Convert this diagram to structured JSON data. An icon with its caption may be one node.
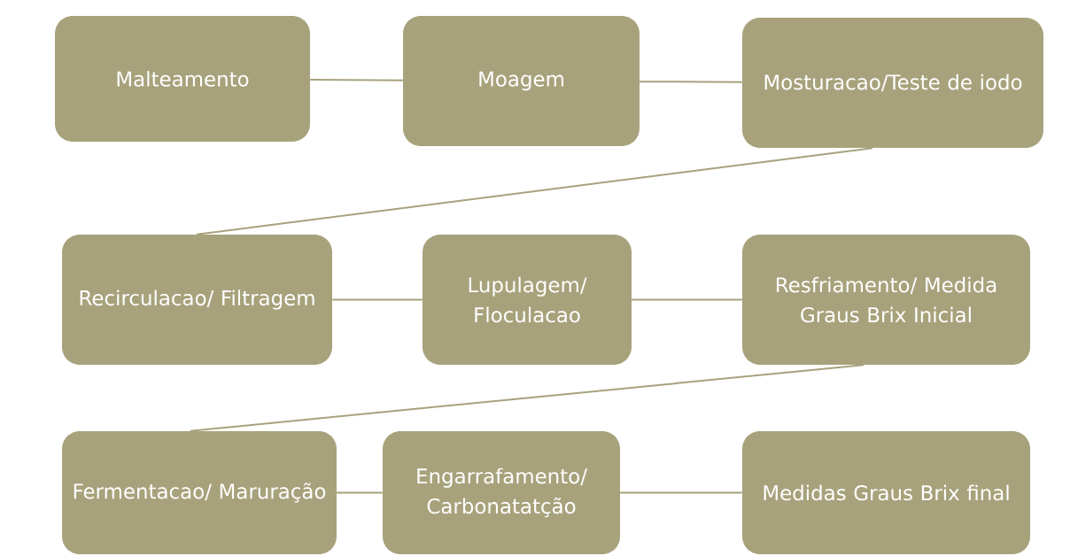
{
  "diagram": {
    "nodes": [
      {
        "text": [
          "Malteamento"
        ]
      },
      {
        "text": [
          "Moagem"
        ]
      },
      {
        "text": [
          "Mosturacao/Teste de iodo"
        ]
      },
      {
        "text": [
          "Recirculacao/ Filtragem"
        ]
      },
      {
        "text": [
          "Lupulagem/ Floculacao"
        ]
      },
      {
        "text": [
          "Resfriamento/ Medida Graus Brix Inicial"
        ]
      },
      {
        "text": [
          "Fermentacao/ Maruração"
        ]
      },
      {
        "text": [
          "Engarrafamento/ Carbonatatção"
        ]
      },
      {
        "text": [
          "Medidas Graus Brix final"
        ]
      }
    ],
    "edges": [
      {
        "from": 0,
        "to": 1,
        "arrow": "none"
      },
      {
        "from": 1,
        "to": 2,
        "arrow": "none"
      },
      {
        "from": 2,
        "to": 3,
        "arrow": "none"
      },
      {
        "from": 3,
        "to": 4,
        "arrow": "none"
      },
      {
        "from": 4,
        "to": 5,
        "arrow": "none"
      },
      {
        "from": 5,
        "to": 6,
        "arrow": "none"
      },
      {
        "from": 6,
        "to": 7,
        "arrow": "none"
      },
      {
        "from": 7,
        "to": 8,
        "arrow": "none"
      }
    ]
  }
}
